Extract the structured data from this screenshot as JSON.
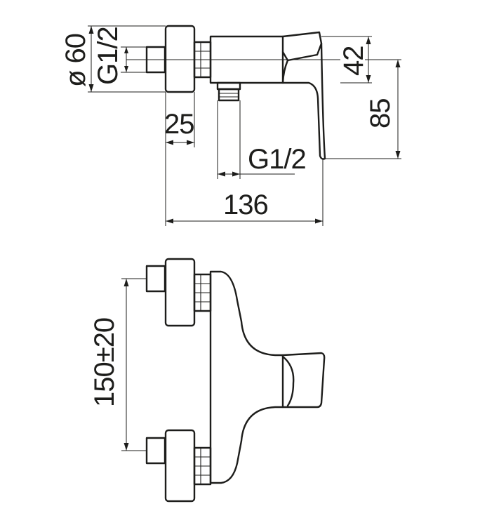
{
  "dimensions": {
    "diameter_label": "ø 60",
    "thread_inlet_label": "G1/2",
    "height_42_label": "42",
    "height_85_label": "85",
    "depth_25_label": "25",
    "thread_outlet_label": "G1/2",
    "length_136_label": "136",
    "center_distance_label": "150±20"
  }
}
